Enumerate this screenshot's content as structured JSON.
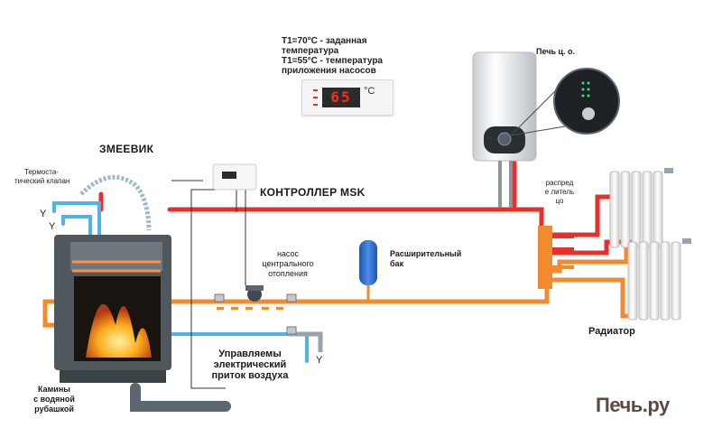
{
  "diagram": {
    "note": {
      "line1": "T1=70°C - заданная",
      "line2": "температура",
      "line3": "T1=55°C - температура",
      "line4": "приложения  насосов"
    },
    "controller_display": {
      "digits": "65",
      "unit": "°C"
    },
    "labels": {
      "boiler": "Печь ц. о.",
      "coil": "ЗМЕЕВИК",
      "thermo_valve_1": "Термоста-",
      "thermo_valve_2": "тический клапан",
      "controller": "КОНТРОЛЛЕР MSK",
      "pump_1": "насос",
      "pump_2": "центрального",
      "pump_3": "отопления",
      "tank_1": "Расширительный",
      "tank_2": "бак",
      "distributor_1": "распред",
      "distributor_2": "е литель",
      "distributor_3": "цо",
      "radiator": "Радиатор",
      "air_1": "Управляемы",
      "air_2": "электрический",
      "air_3": "приток воздуха",
      "fireplace_1": "Камины",
      "fireplace_2": "с водяной",
      "fireplace_3": "рубашкой",
      "y1": "Y",
      "y2": "Y",
      "y3": "Y"
    },
    "logo": "Печь.ру",
    "colors": {
      "supply_pipe": "#e8302a",
      "return_pipe": "#f28a2e",
      "cold_pipe": "#4fb3e8",
      "tank": "#2f6fd1",
      "fire": "#ffb020",
      "boiler_body": "#e7eaed",
      "radiator": "#f2f2f2"
    }
  }
}
